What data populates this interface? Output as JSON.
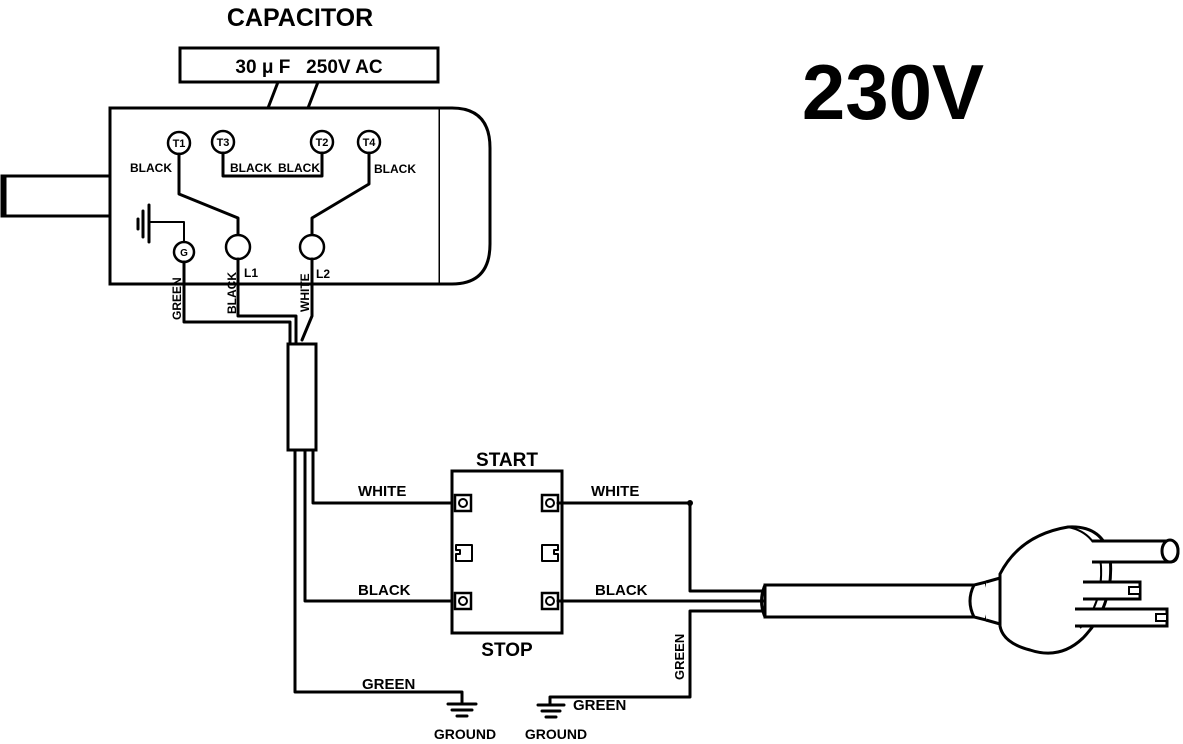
{
  "capacitor": {
    "title": "CAPACITOR",
    "rating": "30 μ F   250V AC"
  },
  "voltage": "230V",
  "motor": {
    "terminals": {
      "t1": "T1",
      "t2": "T2",
      "t3": "T3",
      "t4": "T4",
      "ground": "G",
      "l1": "L1",
      "l2": "L2"
    },
    "lead_labels": {
      "t1": "BLACK",
      "t3": "BLACK",
      "t2": "BLACK",
      "t4": "BLACK"
    },
    "cable_labels": {
      "green": "GREEN",
      "black": "BLACK",
      "white": "WHITE"
    }
  },
  "switch": {
    "start": "START",
    "stop": "STOP"
  },
  "wires": {
    "motor_white": "WHITE",
    "motor_black": "BLACK",
    "motor_green": "GREEN",
    "plug_white": "WHITE",
    "plug_black": "BLACK",
    "plug_green_vertical": "GREEN",
    "plug_green": "GREEN"
  },
  "grounds": {
    "left": "GROUND",
    "right": "GROUND"
  }
}
